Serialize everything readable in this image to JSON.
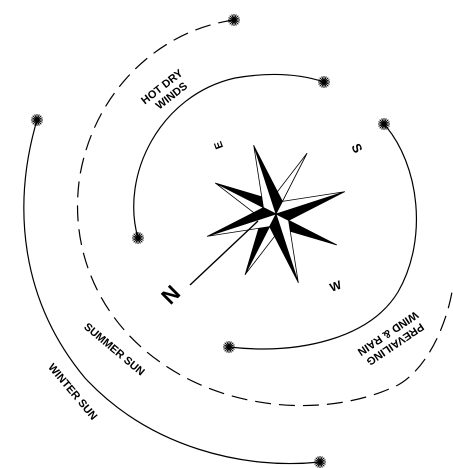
{
  "labels": {
    "hot_dry_winds": [
      "HOT DRY",
      "WINDS"
    ],
    "prevailing_wind_rain": [
      "PREVAILING",
      "WIND & RAIN"
    ],
    "summer_sun": "SUMMER SUN",
    "winter_sun": "WINTER SUN"
  },
  "compass": {
    "north": "N",
    "east": "E",
    "south": "S",
    "west": "W"
  }
}
